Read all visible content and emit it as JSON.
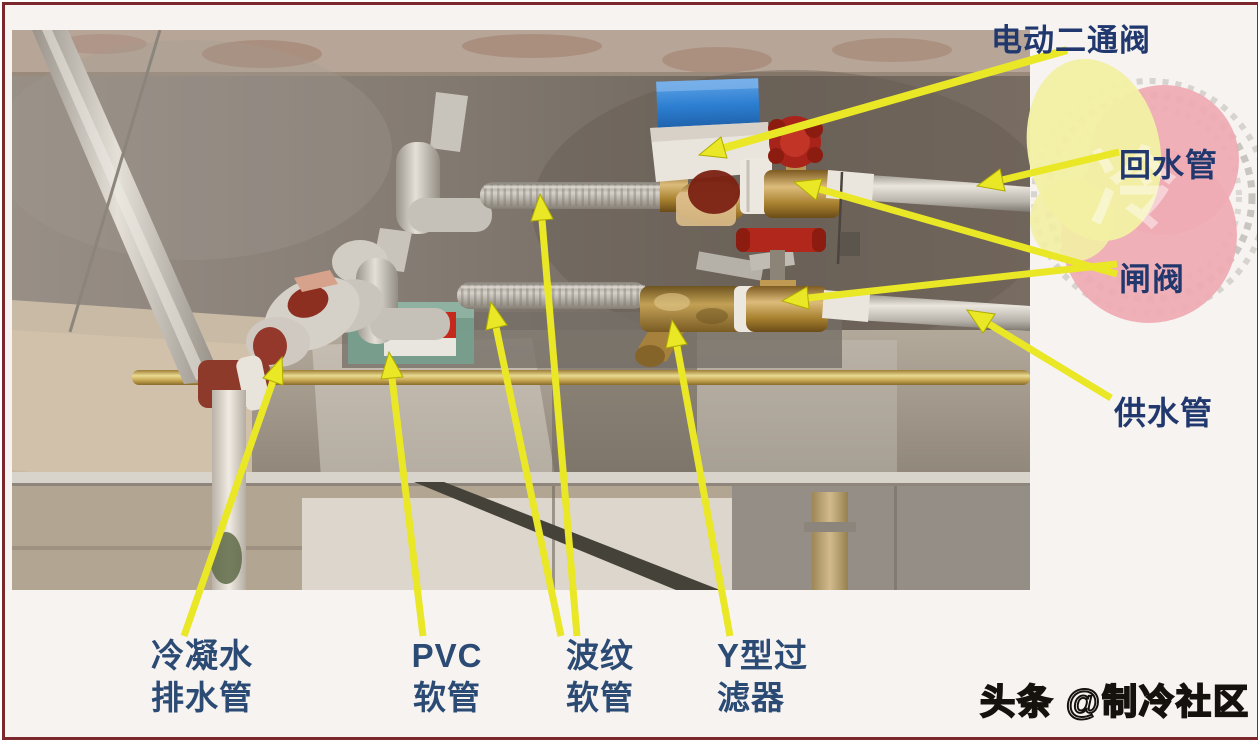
{
  "colors": {
    "frame": "#7c272b",
    "background": "#f6f3f1",
    "arrow_yellow": "#e9e726",
    "label_text_right": "#21386e",
    "label_text_bottom": "#2b4a74",
    "actuator_blue": "#2d7fd2",
    "valve_red": "#a8241a",
    "brass": "#b08948",
    "logo_pink": "#efacb4",
    "logo_yellow": "#f3f0a4"
  },
  "labels": {
    "electric_valve": "电动二通阀",
    "return_pipe": "回水管",
    "gate_valve": "闸阀",
    "supply_pipe": "供水管",
    "condensate_drain": [
      "冷凝水",
      "排水管"
    ],
    "pvc_hose": [
      "PVC",
      "软管"
    ],
    "corrugated_hose": [
      "波纹",
      "软管"
    ],
    "y_strainer": [
      "Y型过",
      "滤器"
    ]
  },
  "watermark": "头条 @制冷社区"
}
